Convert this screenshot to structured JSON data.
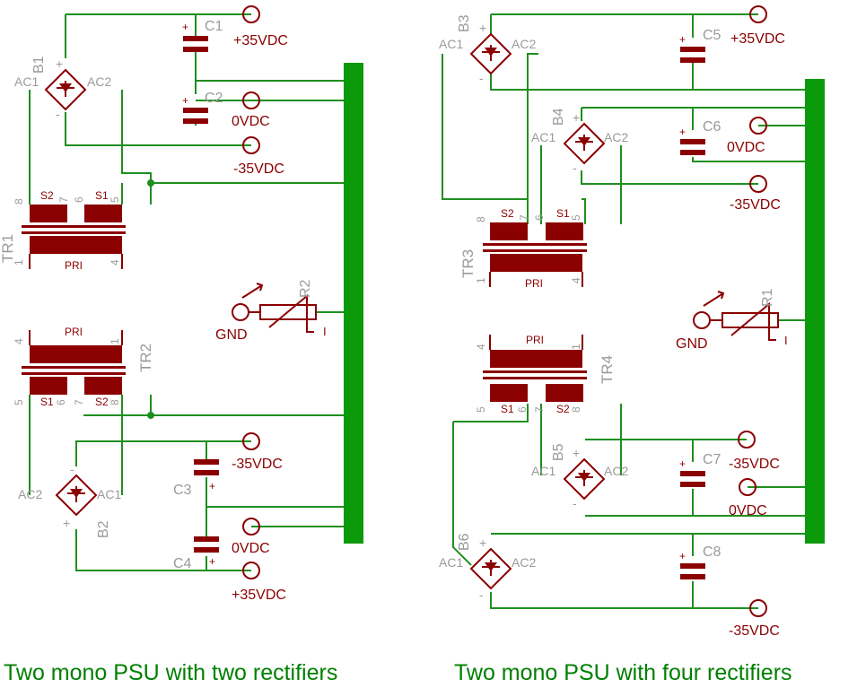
{
  "titles": {
    "left": "Two mono PSU with two rectifiers",
    "right": "Two mono PSU with four rectifiers"
  },
  "left": {
    "B1": {
      "name": "B1",
      "ac1": "AC1",
      "ac2": "AC2",
      "plus": "+",
      "minus": "-"
    },
    "B2": {
      "name": "B2",
      "ac1": "AC1",
      "ac2": "AC2",
      "plus": "+",
      "minus": "-"
    },
    "C1": "C1",
    "C2": "C2",
    "C3": "C3",
    "C4": "C4",
    "out1": "+35VDC",
    "out2": "0VDC",
    "out3": "-35VDC",
    "out4": "-35VDC",
    "out5": "0VDC",
    "out6": "+35VDC",
    "TR1": {
      "name": "TR1",
      "s1": "S1",
      "s2": "S2",
      "pri": "PRI",
      "p8": "8",
      "p7": "7",
      "p6": "6",
      "p5": "5",
      "p1": "1",
      "p4": "4"
    },
    "TR2": {
      "name": "TR2",
      "s1": "S1",
      "s2": "S2",
      "pri": "PRI",
      "p4": "4",
      "p1": "1",
      "p5": "5",
      "p6": "6",
      "p7": "7",
      "p8": "8"
    },
    "R2": {
      "name": "R2",
      "gnd": "GND",
      "pin": "I"
    }
  },
  "right": {
    "B3": {
      "name": "B3",
      "ac1": "AC1",
      "ac2": "AC2",
      "plus": "+",
      "minus": "-"
    },
    "B4": {
      "name": "B4",
      "ac1": "AC1",
      "ac2": "AC2",
      "plus": "+",
      "minus": "-"
    },
    "B5": {
      "name": "B5",
      "ac1": "AC1",
      "ac2": "AC2",
      "plus": "+",
      "minus": "-"
    },
    "B6": {
      "name": "B6",
      "ac1": "AC1",
      "ac2": "AC2",
      "plus": "+",
      "minus": "-"
    },
    "C5": "C5",
    "C6": "C6",
    "C7": "C7",
    "C8": "C8",
    "out1": "+35VDC",
    "out2": "0VDC",
    "out3": "-35VDC",
    "out4": "-35VDC",
    "out5": "0VDC",
    "out6": "-35VDC",
    "TR3": {
      "name": "TR3",
      "s1": "S1",
      "s2": "S2",
      "pri": "PRI",
      "p8": "8",
      "p7": "7",
      "p6": "6",
      "p5": "5",
      "p1": "1",
      "p4": "4"
    },
    "TR4": {
      "name": "TR4",
      "s1": "S1",
      "s2": "S2",
      "pri": "PRI",
      "p4": "4",
      "p1": "1",
      "p5": "5",
      "p6": "6",
      "p7": "7",
      "p8": "8"
    },
    "R1": {
      "name": "R1",
      "gnd": "GND",
      "pin": "I"
    }
  },
  "colors": {
    "wire": "#1f8f1f",
    "component": "#8b0000",
    "label": "#9a9a9a",
    "title": "#008000"
  }
}
